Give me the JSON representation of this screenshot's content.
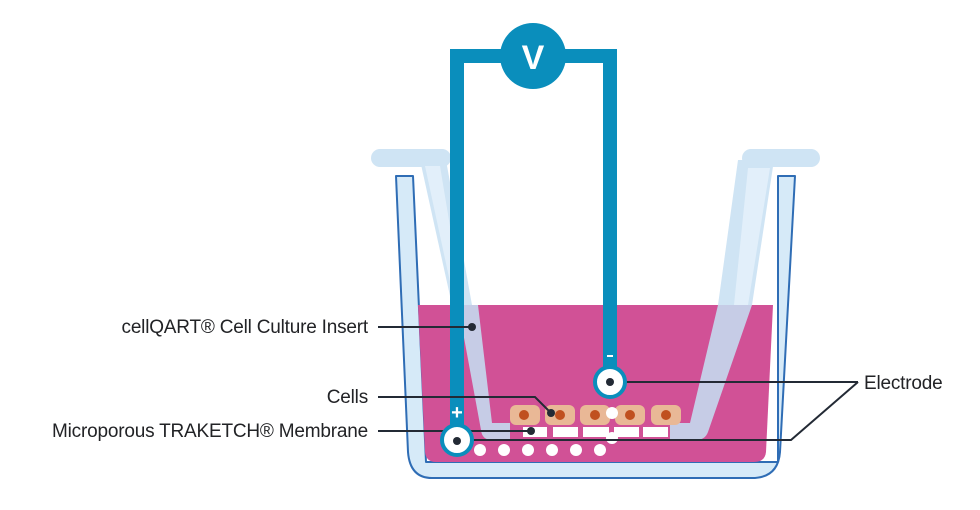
{
  "diagram": {
    "title": "TEER measurement setup with cell culture insert",
    "voltmeter": {
      "symbol": "V"
    },
    "electrodes": {
      "positive_sign": "+",
      "negative_sign": "-"
    },
    "labels": {
      "insert": "cellQART® Cell Culture Insert",
      "cells": "Cells",
      "membrane": "Microporous TRAKETCH® Membrane",
      "electrode": "Electrode"
    },
    "cell_count": 5,
    "pore_count": 6,
    "colors": {
      "wire": "#0A8EBC",
      "medium": "#D15196",
      "well_fill": "#D6EAF8",
      "well_stroke": "#2F6DB5",
      "insert": "#CFE4F4",
      "insert_light": "#E2EFFA",
      "insert_in_medium": "#C6CCE6",
      "cell_body": "#E9B896",
      "cell_nucleus": "#C0501F",
      "leader": "#232A35",
      "white": "#FFFFFF"
    }
  }
}
